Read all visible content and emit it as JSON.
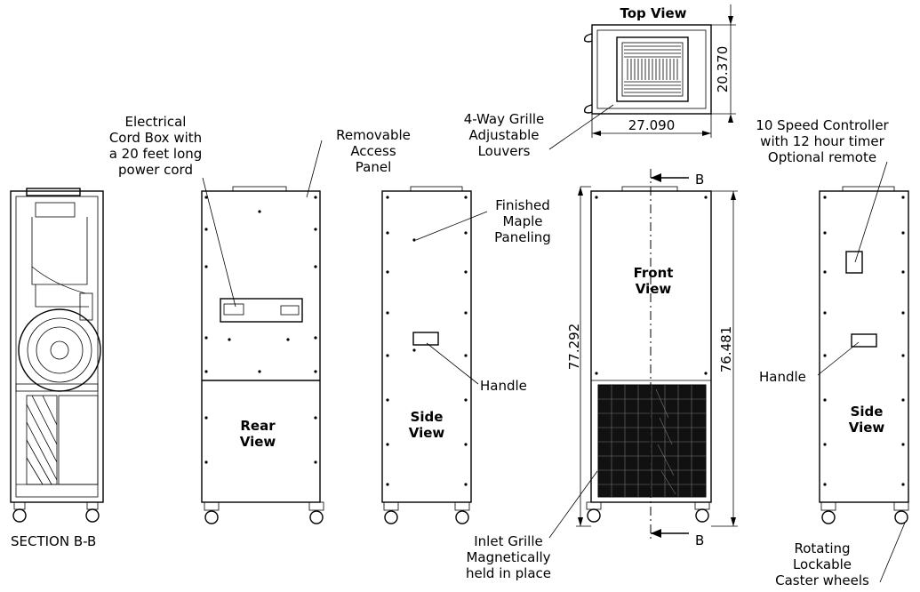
{
  "views": {
    "section": "SECTION B-B",
    "rear_1": "Rear",
    "rear_2": "View",
    "side_left_1": "Side",
    "side_left_2": "View",
    "front_1": "Front",
    "front_2": "View",
    "side_right_1": "Side",
    "side_right_2": "View",
    "top": "Top View"
  },
  "callouts": {
    "cord_1": "Electrical",
    "cord_2": "Cord Box with",
    "cord_3": "a 20 feet long",
    "cord_4": "power cord",
    "panel_1": "Removable",
    "panel_2": "Access",
    "panel_3": "Panel",
    "grille_1": "4-Way Grille",
    "grille_2": "Adjustable",
    "grille_3": "Louvers",
    "maple_1": "Finished",
    "maple_2": "Maple",
    "maple_3": "Paneling",
    "handle_left": "Handle",
    "handle_right": "Handle",
    "controller_1": "10 Speed Controller",
    "controller_2": "with 12 hour timer",
    "controller_3": "Optional remote",
    "inlet_1": "Inlet Grille",
    "inlet_2": "Magnetically",
    "inlet_3": "held in place",
    "caster_1": "Rotating",
    "caster_2": "Lockable",
    "caster_3": "Caster wheels"
  },
  "dimensions": {
    "top_width": "27.090",
    "top_depth": "20.370",
    "overall_height": "77.292",
    "cabinet_height": "76.481",
    "section_marker_top": "B",
    "section_marker_bottom": "B"
  }
}
